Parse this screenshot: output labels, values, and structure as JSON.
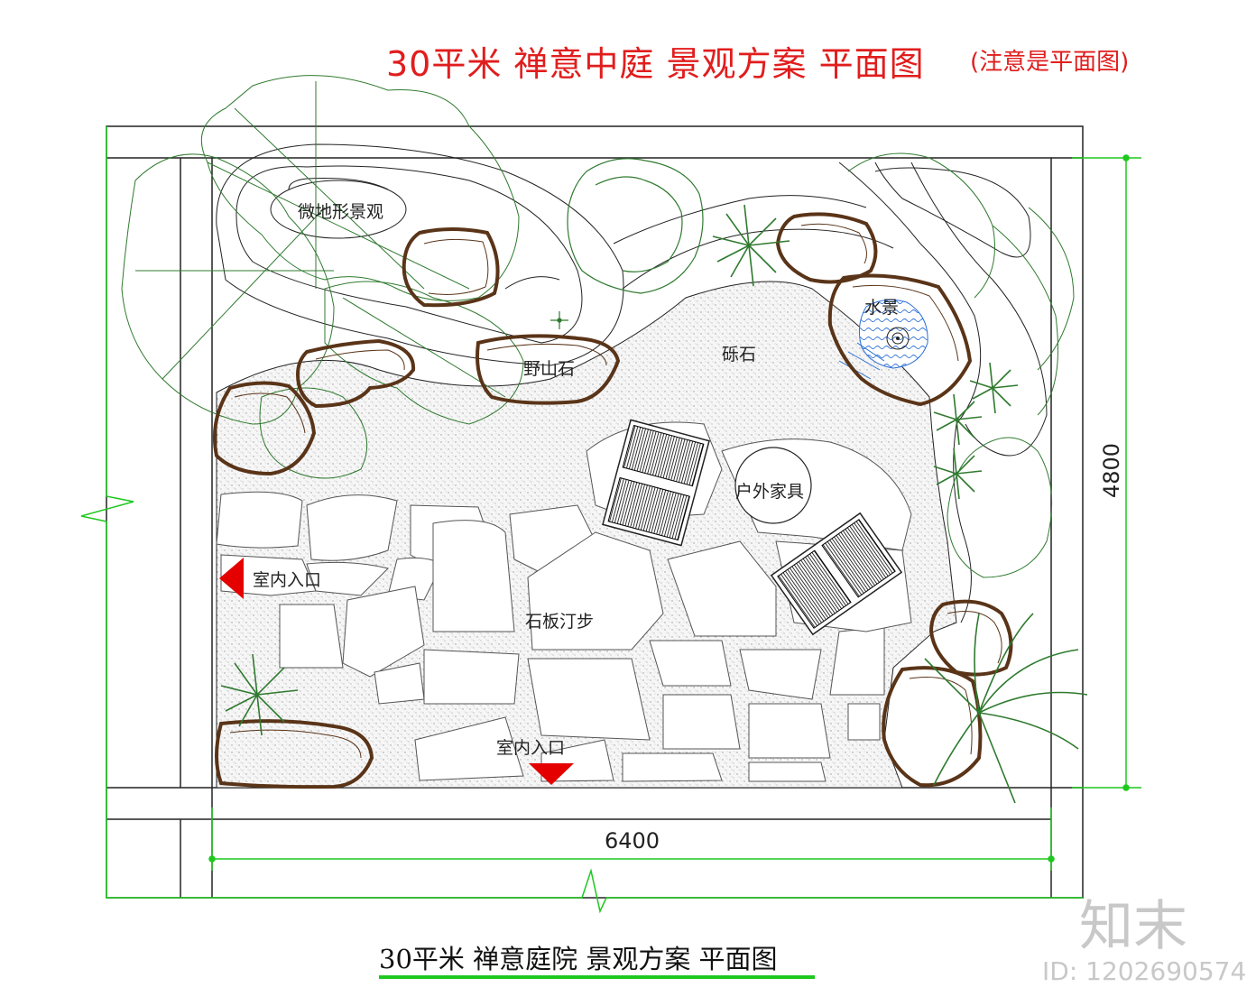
{
  "header": {
    "title": "30平米 禅意中庭 景观方案 平面图",
    "note": "(注意是平面图)"
  },
  "labels": {
    "micro_terrain": "微地形景观",
    "rocks": "野山石",
    "gravel": "砾石",
    "water": "水景",
    "furniture": "户外家具",
    "entrance_left": "室内入口",
    "entrance_bottom": "室内入口",
    "stepping_stones": "石板汀步"
  },
  "dimensions": {
    "width": "6400",
    "height": "4800"
  },
  "footer": {
    "title": "30平米  禅意庭院  景观方案  平面图"
  },
  "watermark": {
    "brand": "知末",
    "id": "ID: 1202690574"
  },
  "colors": {
    "title": "#e11d1d",
    "dimension_line": "#1ec81e",
    "rock_outline": "#5a3418",
    "plant": "#2f7a2f",
    "water": "#2a6fd6",
    "arrow": "#e50000",
    "wall": "#222222"
  }
}
